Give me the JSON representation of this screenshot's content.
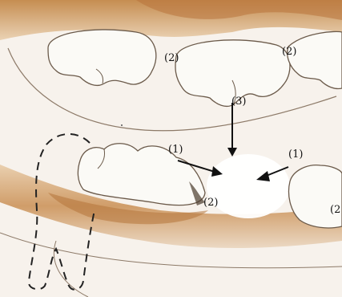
{
  "labels": {
    "upper_left_2": "(2)",
    "upper_right_2": "(2)",
    "upper_3": "(3)",
    "lower_left_1": "(1)",
    "lower_right_1": "(1)",
    "lower_mid_2": "(2)",
    "lower_right_edge_2": "(2"
  },
  "colors": {
    "gum": "#b97a3f",
    "gum_dark": "#8a4f1f",
    "line": "#6b5a4a",
    "arrow": "#111111",
    "tooth": "#fbfaf6"
  }
}
